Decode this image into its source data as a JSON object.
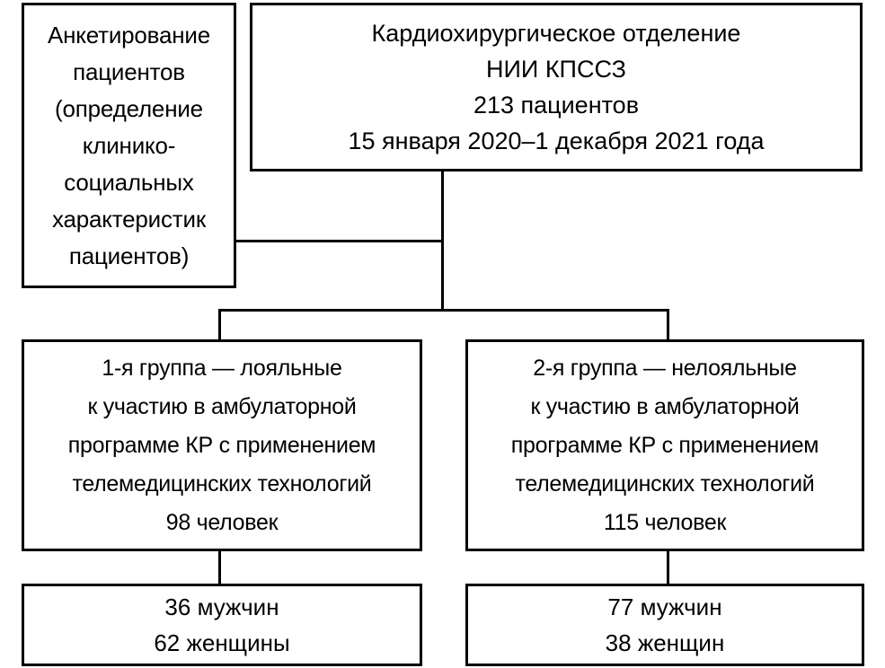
{
  "diagram": {
    "title": "Study flow diagram",
    "colors": {
      "stroke": "#000000",
      "background": "#ffffff",
      "text": "#000000"
    },
    "nodes": {
      "survey": {
        "name": "survey-box",
        "lines": [
          "Анкетирование",
          "пациентов",
          "(определение",
          "клинико-",
          "социальных",
          "характеристик",
          "пациентов)"
        ]
      },
      "header": {
        "name": "header-box",
        "lines": [
          "Кардиохирургическое отделение",
          "НИИ КПССЗ",
          "213 пациентов",
          "15 января 2020–1 декабря 2021 года"
        ],
        "patients_count": "213",
        "period_start": "15 января 2020",
        "period_end": "1 декабря 2021 года"
      },
      "group1": {
        "name": "group1-box",
        "lines": [
          "1-я группа — лояльные",
          "к участию в амбулаторной",
          "программе КР с применением",
          "телемедицинских технологий",
          "98 человек"
        ],
        "count": "98 человек"
      },
      "group2": {
        "name": "group2-box",
        "lines": [
          "2-я группа — нелояльные",
          "к участию в амбулаторной",
          "программе КР с применением",
          "телемедицинских технологий",
          "115 человек"
        ],
        "count": "115 человек"
      },
      "gender1": {
        "name": "gender1-box",
        "lines": [
          "36 мужчин",
          "62 женщины"
        ],
        "men": "36 мужчин",
        "women": "62 женщины"
      },
      "gender2": {
        "name": "gender2-box",
        "lines": [
          "77 мужчин",
          "38 женщин"
        ],
        "men": "77 мужчин",
        "women": "38 женщин"
      }
    }
  },
  "chart_data": {
    "type": "diagram",
    "title": "Кардиохирургическое отделение НИИ КПССЗ — распределение пациентов",
    "total_patients": 213,
    "period": "15 января 2020–1 декабря 2021 года",
    "groups": [
      {
        "label": "1-я группа — лояльные",
        "total": 98,
        "men": 36,
        "women": 62
      },
      {
        "label": "2-я группа — нелояльные",
        "total": 115,
        "men": 77,
        "women": 38
      }
    ],
    "side_process": "Анкетирование пациентов (определение клинико-социальных характеристик пациентов)"
  }
}
